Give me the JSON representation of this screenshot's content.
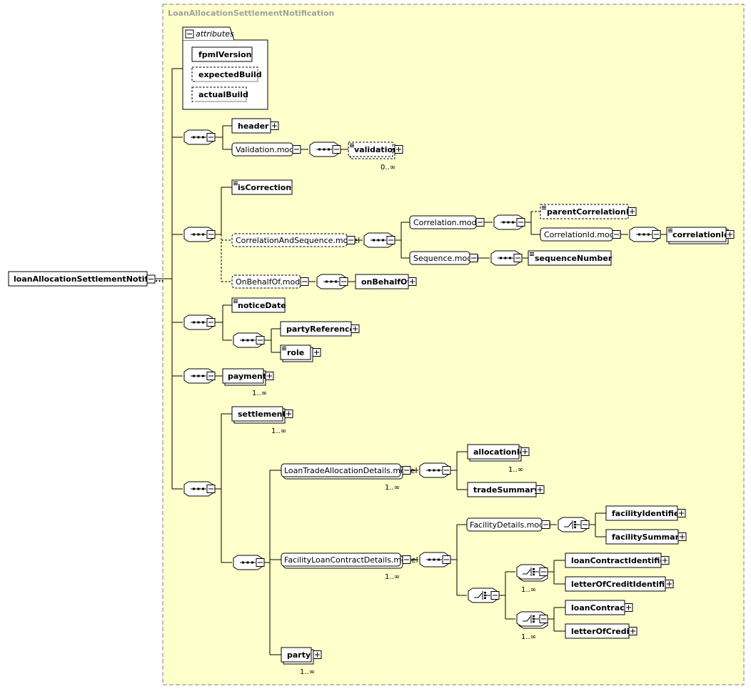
{
  "diagram": {
    "complex_type": "LoanAllocationSettlementNotification",
    "root_element": "loanAllocationSettlementNotific...",
    "attributes_label": "attributes",
    "attributes": [
      "fpmlVersion",
      "expectedBuild",
      "actualBuild"
    ],
    "elements": {
      "header": "header",
      "validation_model": "Validation.model",
      "validation": "validation",
      "validation_card": "0..∞",
      "isCorrection": "isCorrection",
      "cas_model": "CorrelationAndSequence.model",
      "correlation_model": "Correlation.model",
      "parentCorrelationId": "parentCorrelationId",
      "correlationid_model": "CorrelationId.model",
      "correlationId": "correlationId",
      "sequence_model": "Sequence.model",
      "sequenceNumber": "sequenceNumber",
      "onbehalfof_model": "OnBehalfOf.model",
      "onBehalfOf": "onBehalfOf",
      "noticeDate": "noticeDate",
      "partyReference": "partyReference",
      "role": "role",
      "payment": "payment",
      "payment_card": "1..∞",
      "settlement": "settlement",
      "settlement_card": "1..∞",
      "ltad_model": "LoanTradeAllocationDetails.model",
      "ltad_card": "1..∞",
      "allocationId": "allocationId",
      "allocationId_card": "1..∞",
      "tradeSummary": "tradeSummary",
      "facilitydetails_model": "FacilityDetails.model",
      "facilityIdentifier": "facilityIdentifier",
      "facilitySummary": "facilitySummary",
      "flcd_model": "FacilityLoanContractDetails.model",
      "flcd_card": "1..∞",
      "loanContractIdentifier": "loanContractIdentifier",
      "letterOfCreditIdentifier": "letterOfCreditIdentifier",
      "choice1_card": "1..∞",
      "loanContract": "loanContract",
      "letterOfCredit": "letterOfCredit",
      "choice2_card": "1..∞",
      "party": "party",
      "party_card": "1..∞"
    }
  }
}
